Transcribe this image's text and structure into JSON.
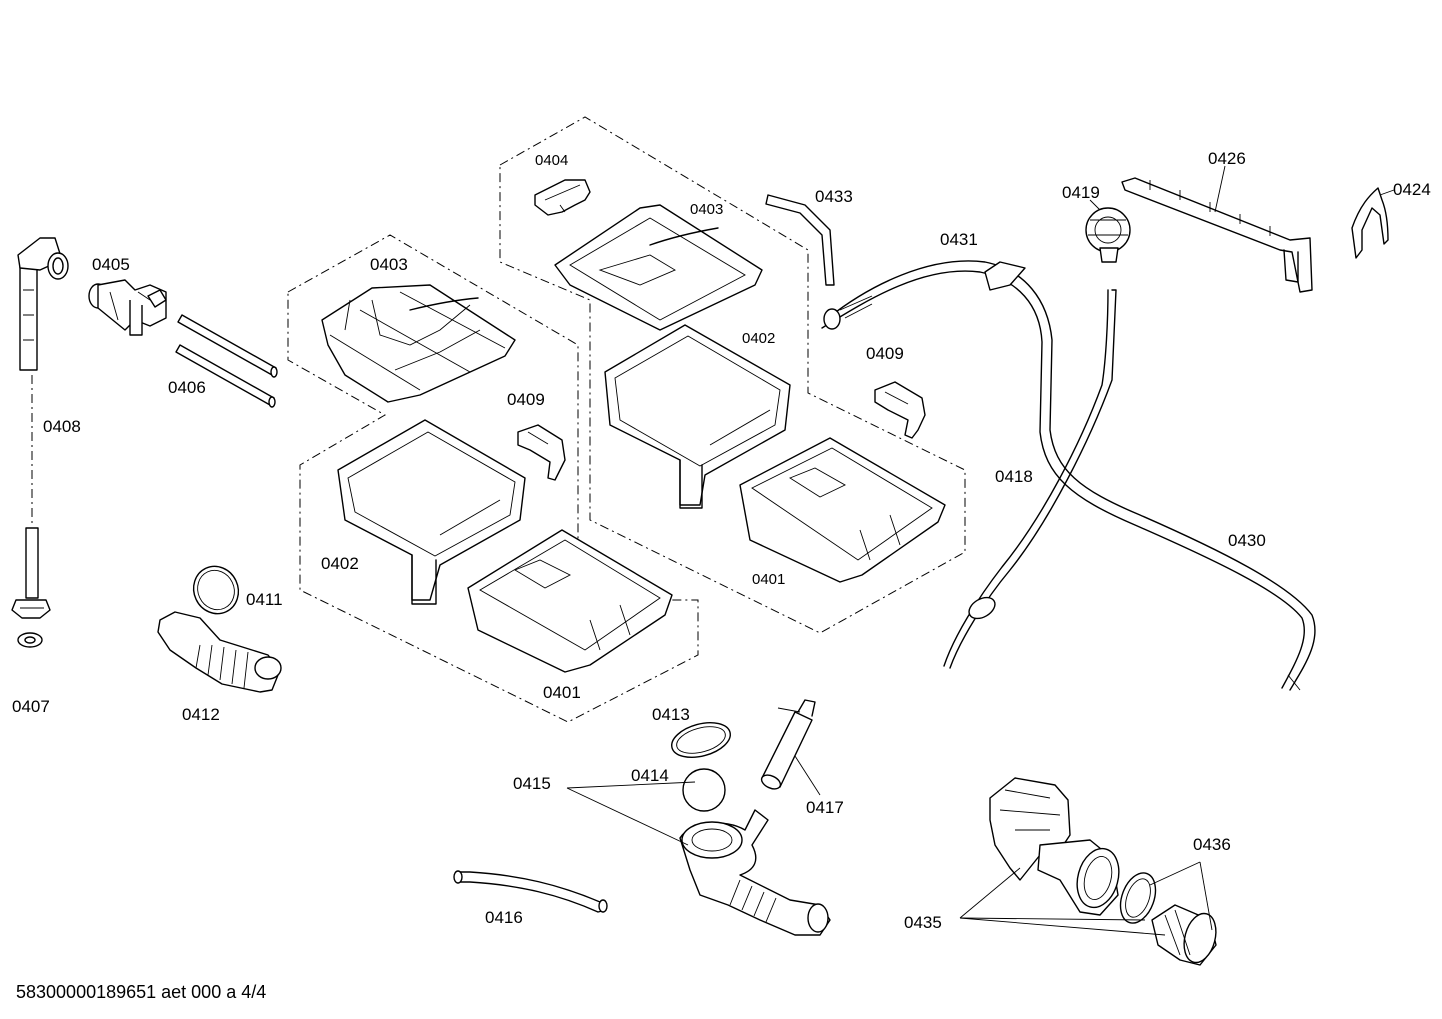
{
  "drawing_id": "58300000189651 aet 000 a 4/4",
  "labels": {
    "l0404": "0404",
    "l0403_right": "0403",
    "l0433": "0433",
    "l0431": "0431",
    "l0419": "0419",
    "l0426": "0426",
    "l0424": "0424",
    "l0405": "0405",
    "l0403_left": "0403",
    "l0402_right": "0402",
    "l0409_right": "0409",
    "l0406": "0406",
    "l0409_left": "0409",
    "l0408": "0408",
    "l0418": "0418",
    "l0430": "0430",
    "l0402_left": "0402",
    "l0401_right": "0401",
    "l0411": "0411",
    "l0412": "0412",
    "l0407": "0407",
    "l0401_left": "0401",
    "l0413": "0413",
    "l0414": "0414",
    "l0415": "0415",
    "l0417": "0417",
    "l0436": "0436",
    "l0416": "0416",
    "l0435": "0435"
  }
}
